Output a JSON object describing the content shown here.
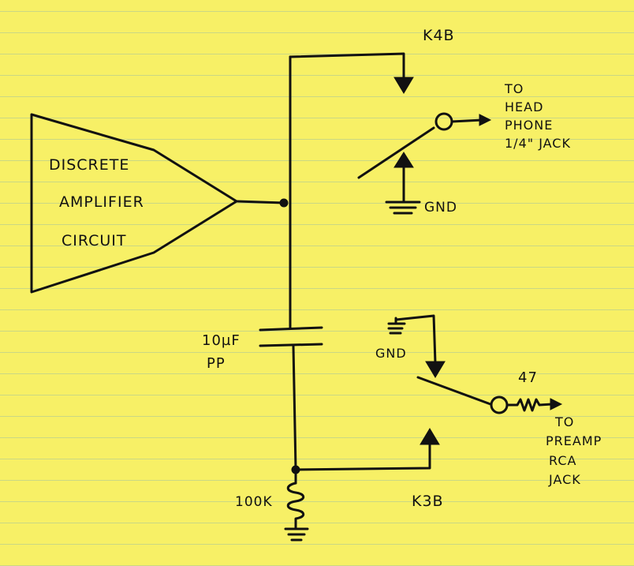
{
  "colors": {
    "paper": "#f7f066",
    "ink": "#111111",
    "rule_lines": "#76aabe"
  },
  "labels": {
    "amp_line1": "DISCRETE",
    "amp_line2": "AMPLIFIER",
    "amp_line3": "CIRCUIT",
    "relay_top": "K4B",
    "headphone_line1": "TO",
    "headphone_line2": "HEAD",
    "headphone_line3": "PHONE",
    "headphone_line4": "1/4\" JACK",
    "gnd_top": "GND",
    "cap_value": "10µF",
    "cap_type": "PP",
    "gnd_bottom": "GND",
    "resistor_series": "47",
    "preamp_line1": "TO",
    "preamp_line2": "PREAMP",
    "preamp_line3": "RCA",
    "preamp_line4": "JACK",
    "resistor_shunt": "100K",
    "relay_bottom": "K3B"
  }
}
